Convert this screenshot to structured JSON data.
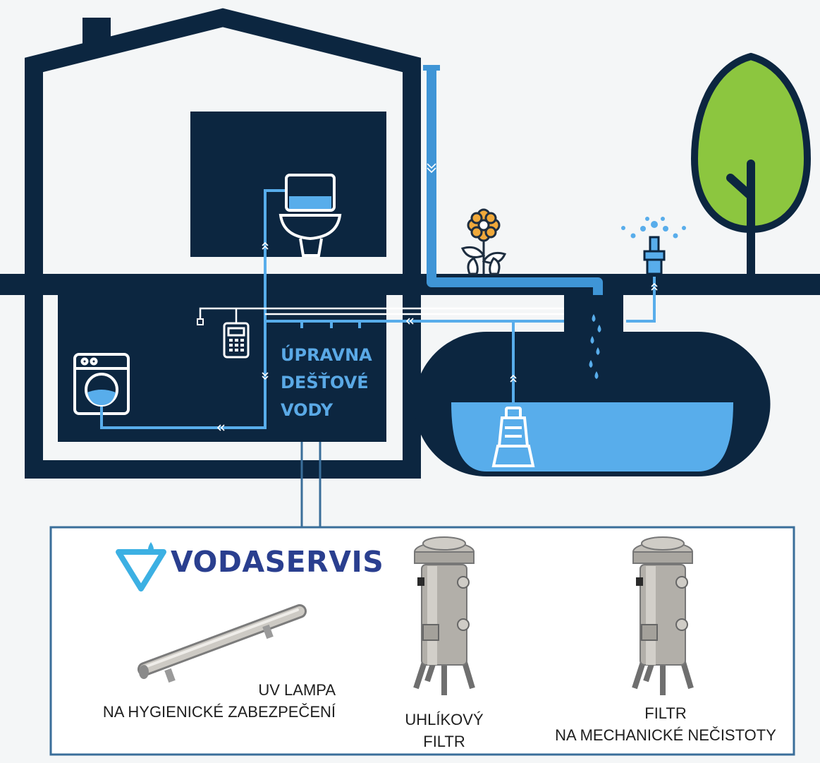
{
  "room_label": [
    "ÚPRAVNA",
    "DEŠŤOVÉ",
    "VODY"
  ],
  "brand": {
    "name": "VODASERVIS"
  },
  "products": [
    {
      "lines": [
        "UV LAMPA",
        "NA HYGIENICKÉ ZABEZPEČENÍ"
      ]
    },
    {
      "lines": [
        "UHLÍKOVÝ",
        "FILTR"
      ]
    },
    {
      "lines": [
        "FILTR",
        "NA MECHANICKÉ NEČISTOTY"
      ]
    }
  ],
  "colors": {
    "navy": "#0c2640",
    "water": "#58adeb",
    "pipe": "#3f95d6",
    "tree": "#8cc63f",
    "frame": "#3a6e9a",
    "background": "#f4f6f7"
  }
}
